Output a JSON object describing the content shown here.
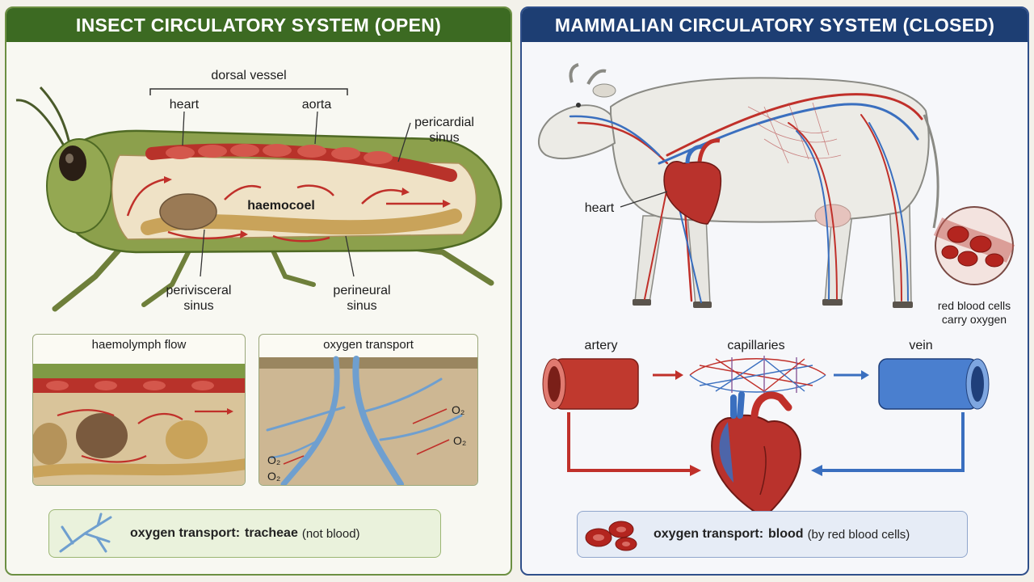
{
  "insect": {
    "header": "INSECT CIRCULATORY SYSTEM (OPEN)",
    "labels": {
      "dorsal_vessel": "dorsal vessel",
      "heart": "heart",
      "aorta": "aorta",
      "pericardial_1": "pericardial",
      "pericardial_2": "sinus",
      "haemocoel": "haemocoel",
      "perivisceral_1": "perivisceral",
      "perivisceral_2": "sinus",
      "perineural_1": "perineural",
      "perineural_2": "sinus"
    },
    "inset_flow": {
      "title": "haemolymph flow"
    },
    "inset_oxygen": {
      "title": "oxygen transport",
      "o2": "O₂"
    },
    "note": {
      "key": "oxygen transport:",
      "value": "tracheae",
      "paren": "(not blood)"
    },
    "icon": "trachea-branch-icon"
  },
  "mammal": {
    "header": "MAMMALIAN CIRCULATORY SYSTEM (CLOSED)",
    "labels": {
      "heart": "heart",
      "rbc_1": "red blood cells",
      "rbc_2": "carry oxygen",
      "artery": "artery",
      "capillaries": "capillaries",
      "vein": "vein"
    },
    "note": {
      "key": "oxygen transport:",
      "value": "blood",
      "paren": "(by red blood cells)"
    },
    "icon": "red-blood-cells-icon"
  },
  "colors": {
    "insect_header": "#3c6a22",
    "mammal_header": "#1d3e73",
    "artery_red": "#c0302a",
    "vein_blue": "#3a6fbf",
    "trachea_blue": "#7fa6cf"
  }
}
